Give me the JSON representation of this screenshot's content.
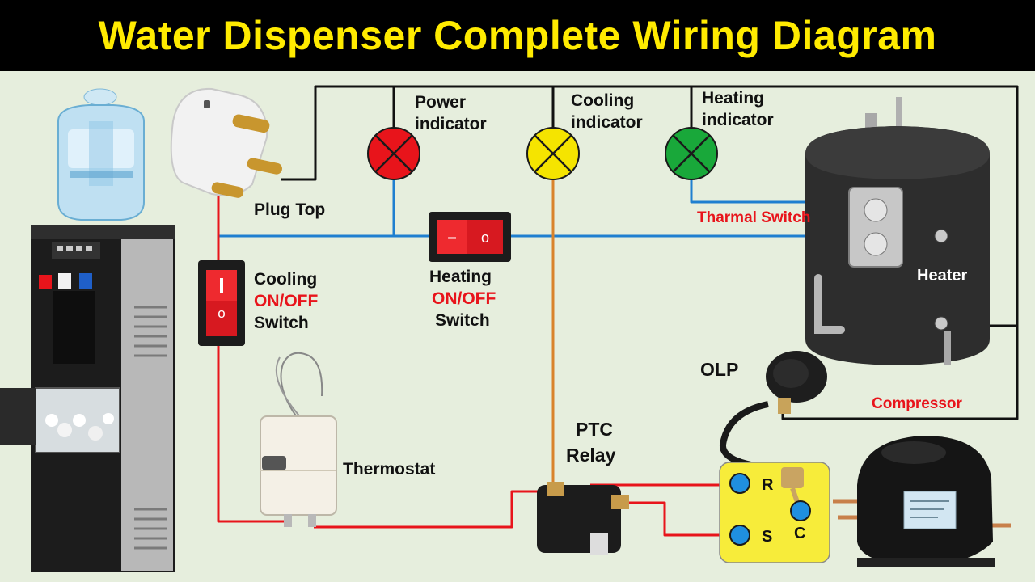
{
  "title": "Water Dispenser Complete Wiring Diagram",
  "colors": {
    "title_bg": "#000000",
    "title_text": "#ffeb00",
    "background": "#e6eedd",
    "wire_black": "#111111",
    "wire_red": "#e8141b",
    "wire_blue": "#1f7fd0",
    "wire_orange": "#d9832b",
    "power_indicator": "#e8141b",
    "cooling_indicator": "#f5e400",
    "heating_indicator": "#19a83a",
    "terminal_box": "#f7ec3a",
    "terminal_dot": "#1f8fe0",
    "red_label": "#e8141b"
  },
  "labels": {
    "plug_top": "Plug Top",
    "power_indicator_1": "Power",
    "power_indicator_2": "indicator",
    "cooling_indicator_1": "Cooling",
    "cooling_indicator_2": "indicator",
    "heating_indicator_1": "Heating",
    "heating_indicator_2": "indicator",
    "thermal_switch": "Tharmal Switch",
    "heater": "Heater",
    "cooling_switch_1": "Cooling",
    "cooling_switch_2": "ON/OFF",
    "cooling_switch_3": "Switch",
    "heating_switch_1": "Heating",
    "heating_switch_2": "ON/OFF",
    "heating_switch_3": "Switch",
    "thermostat": "Thermostat",
    "olp": "OLP",
    "compressor": "Compressor",
    "ptc_relay_1": "PTC",
    "ptc_relay_2": "Relay",
    "terminal_r": "R",
    "terminal_s": "S",
    "terminal_c": "C"
  },
  "icons": {
    "switch_off_glyph": "–",
    "switch_on_glyph": "o"
  }
}
